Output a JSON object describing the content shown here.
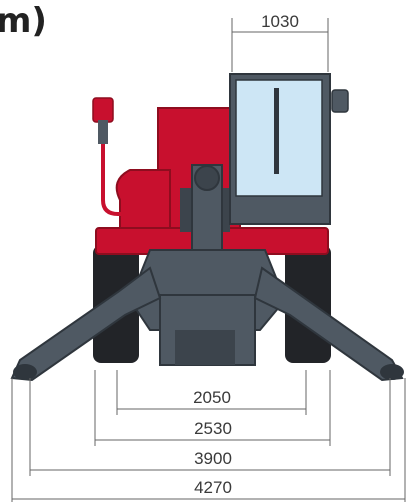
{
  "header": {
    "title_fragment": "m)"
  },
  "dimensions": {
    "cab_width": "1030",
    "track_inner": "2050",
    "track_outer": "2530",
    "outrigger_inner": "3900",
    "outrigger_outer": "4270"
  },
  "colors": {
    "body_red": "#c8102e",
    "dark_red": "#8e0d1f",
    "chassis_grey": "#4f5963",
    "chassis_dark": "#2f363d",
    "glass": "#cde6f5",
    "tire": "#222428",
    "dim_line": "#666666"
  }
}
